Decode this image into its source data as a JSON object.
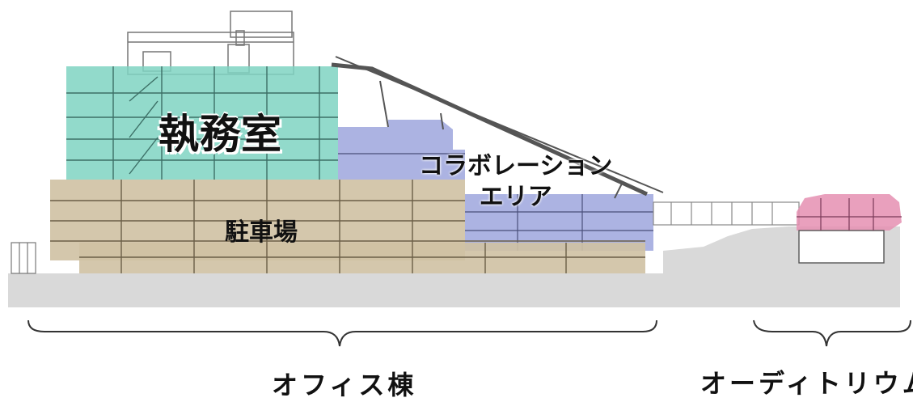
{
  "zones": {
    "office_area": "執務室",
    "collaboration_line1": "コラボレーション",
    "collaboration_line2": "エリア",
    "parking": "駐車場"
  },
  "buildings": {
    "office": "オフィス棟",
    "auditorium": "オーディトリウム"
  },
  "colors": {
    "office_zone": "#7fd3c2",
    "collaboration_zone": "#9ea6dd",
    "parking_zone": "#cfc1a3",
    "auditorium_zone": "#e58fb2",
    "ground": "#d9d9d9",
    "line": "#555555"
  }
}
